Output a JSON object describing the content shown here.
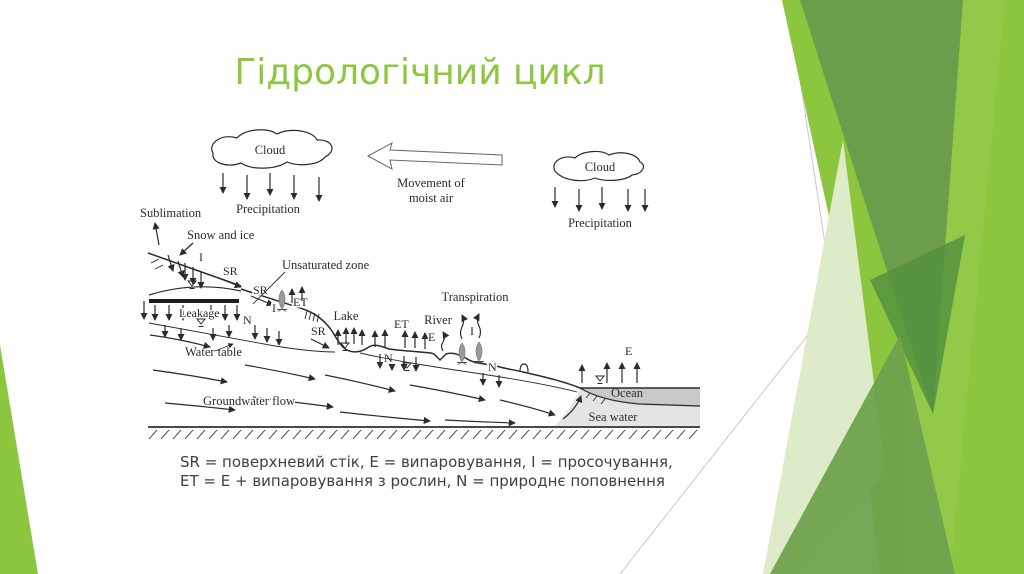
{
  "slide": {
    "title": "Гідрологічний цикл",
    "caption": {
      "line1": "SR = поверхневий стік, Е = випаровування, І = просочування,",
      "line2": "ЕТ = Е + випаровування з рослин, N = природнє поповнення"
    }
  },
  "diagram": {
    "cloud_left": "Cloud",
    "precipitation_left": "Precipitation",
    "movement_line1": "Movement of",
    "movement_line2": "moist air",
    "cloud_right": "Cloud",
    "precipitation_right": "Precipitation",
    "sublimation": "Sublimation",
    "snow_and_ice": "Snow and ice",
    "unsaturated_zone": "Unsaturated zone",
    "leakage": "Leakage",
    "water_table": "Water table",
    "groundwater_flow": "Groundwater flow",
    "lake": "Lake",
    "river": "River",
    "transpiration": "Transpiration",
    "ocean": "Ocean",
    "sea_water": "Sea water",
    "labels": {
      "i": "I",
      "sr": "SR",
      "et": "ET",
      "n": "N",
      "e": "E"
    }
  },
  "colors": {
    "title_green": "#8dc63f",
    "accent_bright": "#8cc63f",
    "accent_dark": "#6b9d4a",
    "accent_darker": "#55923f",
    "accent_medium": "#6fa24d",
    "accent_pale": "#ddebc8",
    "hairline": "#c8c8c8",
    "caption_text": "#3f3f3f",
    "diagram_ink": "#2b2b2b",
    "ocean_band": "#c9c9c9",
    "sea_water_fill": "#e4e4e4"
  }
}
